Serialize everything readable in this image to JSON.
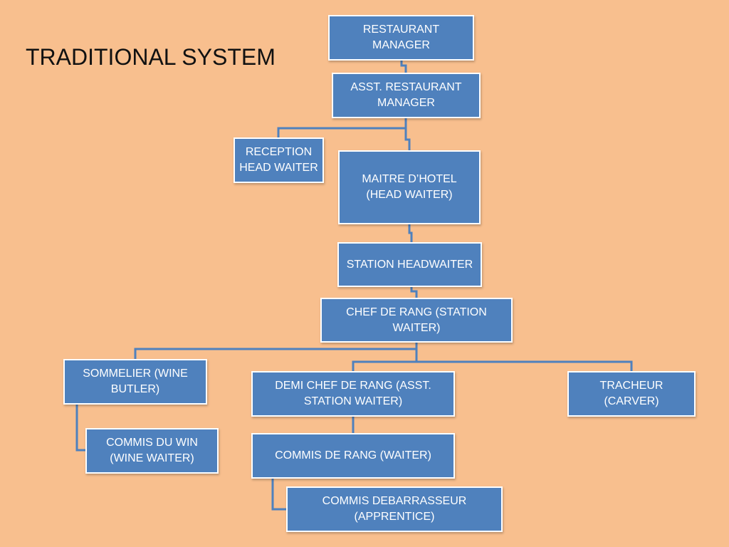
{
  "slide": {
    "title": "TRADITIONAL SYSTEM"
  },
  "colors": {
    "background": "#f8bf8e",
    "box_fill": "#4f81bd",
    "box_border": "#ffffff",
    "connector": "#4f81bd"
  },
  "org_chart": {
    "restaurant_manager": "RESTAURANT MANAGER",
    "asst_restaurant_manager": "ASST. RESTAURANT MANAGER",
    "reception_head_waiter": "RECEPTION HEAD WAITER",
    "maitre_dhotel": "MAITRE D’HOTEL (HEAD WAITER)",
    "station_headwaiter": "STATION HEADWAITER",
    "chef_de_rang": "CHEF DE RANG (STATION WAITER)",
    "sommelier": "SOMMELIER (WINE BUTLER)",
    "commis_du_win": "COMMIS DU WIN (WINE WAITER)",
    "demi_chef_de_rang": "DEMI CHEF DE RANG (ASST. STATION WAITER)",
    "tracheur": "TRACHEUR (CARVER)",
    "commis_de_rang": "COMMIS DE RANG (WAITER)",
    "commis_debarrasseur": "COMMIS DEBARRASSEUR (APPRENTICE)"
  }
}
